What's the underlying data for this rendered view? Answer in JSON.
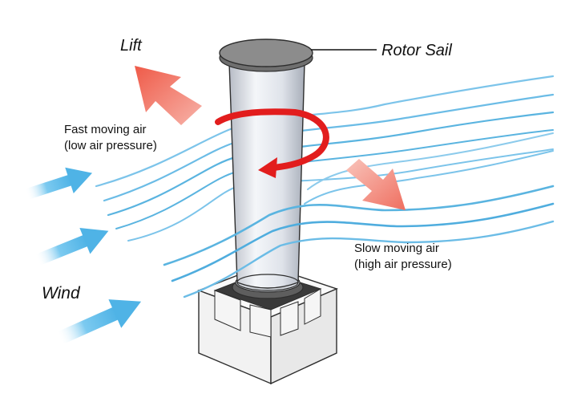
{
  "labels": {
    "lift": "Lift",
    "rotor_sail": "Rotor Sail",
    "wind": "Wind",
    "fast_air_line1": "Fast moving air",
    "fast_air_line2": "(low air pressure)",
    "slow_air_line1": "Slow moving air",
    "slow_air_line2": "(high air pressure)"
  },
  "colors": {
    "airflow": "#5ab4e0",
    "wind_arrow": "#5cbde9",
    "rotation_arrow": "#e21d1d",
    "lift_arrow": "#f06a5a",
    "cylinder": "#e6e9ee",
    "cap": "#8c8c8c",
    "base": "#f5f5f5",
    "outline": "#2e2e2e"
  },
  "icons": {
    "wind_arrows": "arrow-right-icon",
    "lift_arrow": "arrow-up-left-icon",
    "drag_arrow": "arrow-down-right-icon",
    "rotation_arrow": "curved-arrow-icon"
  }
}
